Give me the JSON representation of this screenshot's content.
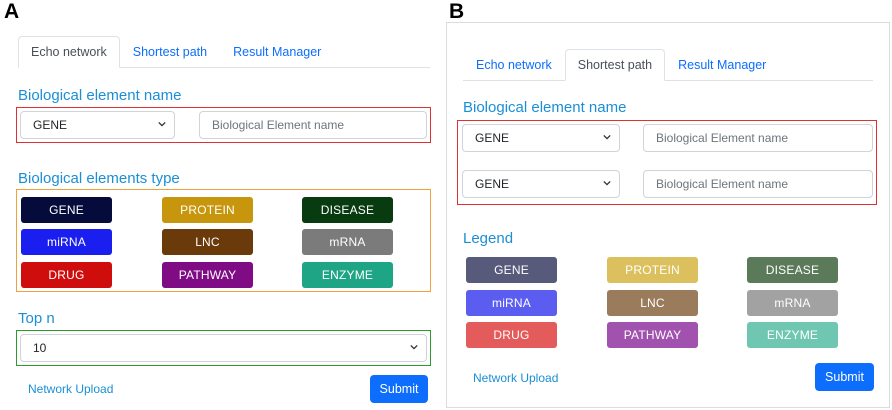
{
  "panel_a": {
    "letter": "A",
    "tabs": [
      "Echo network",
      "Shortest path",
      "Result Manager"
    ],
    "element_name_title": "Biological element name",
    "select_value": "GENE",
    "name_placeholder": "Biological Element name",
    "types_title": "Biological elements type",
    "chips": [
      {
        "label": "GENE",
        "color": "#050c3b"
      },
      {
        "label": "PROTEIN",
        "color": "#c8960c"
      },
      {
        "label": "DISEASE",
        "color": "#083c10"
      },
      {
        "label": "miRNA",
        "color": "#1a1ff0"
      },
      {
        "label": "LNC",
        "color": "#6a3a0a"
      },
      {
        "label": "mRNA",
        "color": "#7b7b7b"
      },
      {
        "label": "DRUG",
        "color": "#cf0d0d"
      },
      {
        "label": "PATHWAY",
        "color": "#7f0c85"
      },
      {
        "label": "ENZYME",
        "color": "#1ea585"
      }
    ],
    "topn_title": "Top n",
    "topn_value": "10",
    "upload_link": "Network Upload",
    "submit_label": "Submit"
  },
  "panel_b": {
    "letter": "B",
    "tabs": [
      "Echo network",
      "Shortest path",
      "Result Manager"
    ],
    "element_name_title": "Biological element name",
    "select_values": [
      "GENE",
      "GENE"
    ],
    "name_placeholders": [
      "Biological Element name",
      "Biological Element name"
    ],
    "legend_title": "Legend",
    "chips": [
      {
        "label": "GENE",
        "color": "#575a7b"
      },
      {
        "label": "PROTEIN",
        "color": "#dcc05e"
      },
      {
        "label": "DISEASE",
        "color": "#5b7a5a"
      },
      {
        "label": "miRNA",
        "color": "#5a5df0"
      },
      {
        "label": "LNC",
        "color": "#9a7b5b"
      },
      {
        "label": "mRNA",
        "color": "#a2a2a2"
      },
      {
        "label": "DRUG",
        "color": "#e35b5b"
      },
      {
        "label": "PATHWAY",
        "color": "#a152af"
      },
      {
        "label": "ENZYME",
        "color": "#6fc7b1"
      }
    ],
    "upload_link": "Network Upload",
    "submit_label": "Submit"
  }
}
